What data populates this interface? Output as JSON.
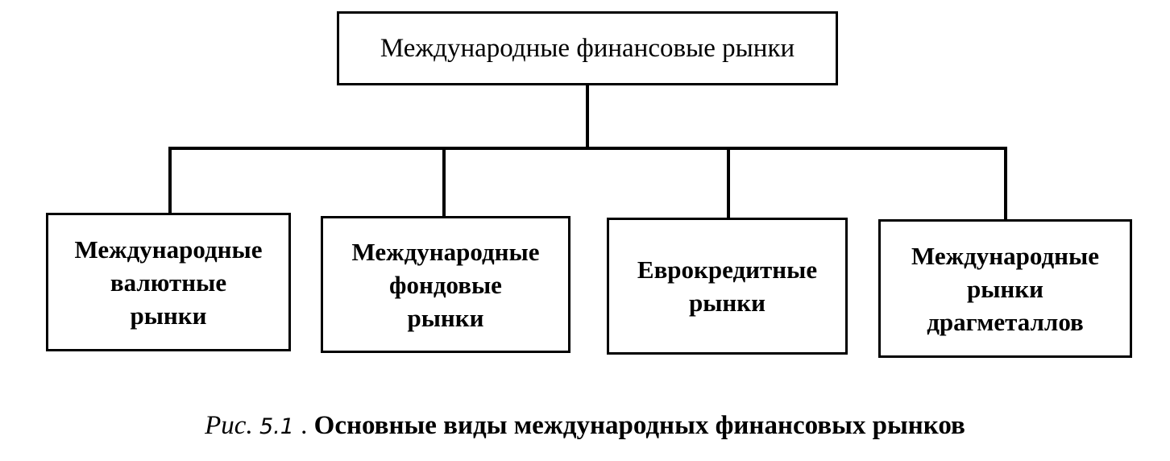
{
  "diagram": {
    "root": {
      "label": "Международные финансовые рынки"
    },
    "children": [
      {
        "lines": [
          "Международные",
          "валютные",
          "рынки"
        ]
      },
      {
        "lines": [
          "Международные",
          "фондовые",
          "рынки"
        ]
      },
      {
        "lines": [
          "Еврокредитные",
          "рынки"
        ]
      },
      {
        "lines": [
          "Международные",
          "рынки",
          "драгметаллов"
        ]
      }
    ]
  },
  "caption": {
    "prefix": "Рис.",
    "number": "5.1",
    "separator": ".",
    "title": "Основные виды международных финансовых рынков"
  }
}
